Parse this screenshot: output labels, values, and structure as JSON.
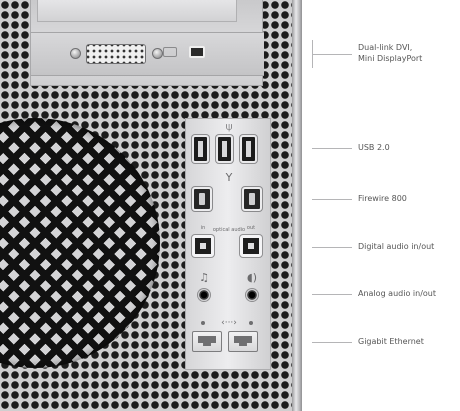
{
  "callouts": {
    "dvi_line1": "Dual-link DVI,",
    "dvi_line2": "Mini DisplayPort",
    "usb": "USB 2.0",
    "firewire": "Firewire 800",
    "digital_audio": "Digital audio in/out",
    "analog_audio": "Analog audio in/out",
    "ethernet": "Gigabit Ethernet"
  },
  "port_labels": {
    "usb_symbol": "⍦",
    "firewire_symbol": "Y",
    "optical_label": "optical audio",
    "in_label": "in",
    "out_label": "out",
    "headphone_symbol": "♫",
    "mic_symbol": "◖)",
    "ethernet_symbol": "‹···›"
  },
  "colors": {
    "panel": "#cfcfd0",
    "hole": "#1c1c1c",
    "callout_text": "#555555",
    "callout_line": "#b5b5b7"
  },
  "icons": [
    "usb-icon",
    "firewire-icon",
    "headphone-icon",
    "speaker-icon",
    "ethernet-icon",
    "display-icon"
  ]
}
